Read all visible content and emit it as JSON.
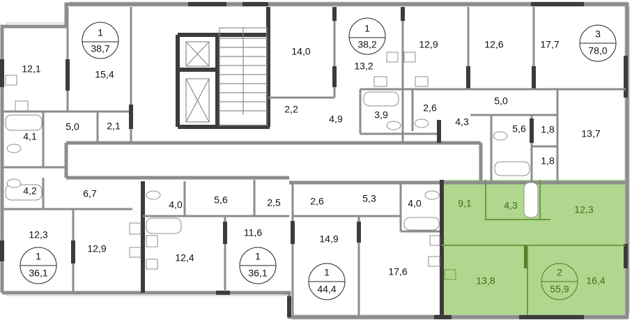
{
  "colors": {
    "highlight": "#b1d68d",
    "highlight_text": "#3f6e1e",
    "wall": "#8c8c8c",
    "wall_dark": "#3c3c3c"
  },
  "apartments": [
    {
      "rooms": "1",
      "area": "38,7"
    },
    {
      "rooms": "1",
      "area": "38,2"
    },
    {
      "rooms": "3",
      "area": "78,0"
    },
    {
      "rooms": "1",
      "area": "36,1"
    },
    {
      "rooms": "1",
      "area": "36,1"
    },
    {
      "rooms": "1",
      "area": "44,4"
    },
    {
      "rooms": "2",
      "area": "55,9",
      "highlighted": true
    }
  ],
  "rooms": [
    "12,1",
    "15,4",
    "5,0",
    "2,1",
    "4,1",
    "14,0",
    "2,2",
    "4,9",
    "13,2",
    "3,9",
    "12,9",
    "2,6",
    "12,6",
    "4,3",
    "5,0",
    "17,7",
    "5,6",
    "1,8",
    "1,8",
    "13,7",
    "4,2",
    "6,7",
    "12,3",
    "12,9",
    "4,0",
    "5,6",
    "2,5",
    "12,4",
    "11,6",
    "2,6",
    "5,3",
    "4,0",
    "14,9",
    "17,6",
    "9,1",
    "4,3",
    "12,3",
    "13,8",
    "16,4"
  ]
}
